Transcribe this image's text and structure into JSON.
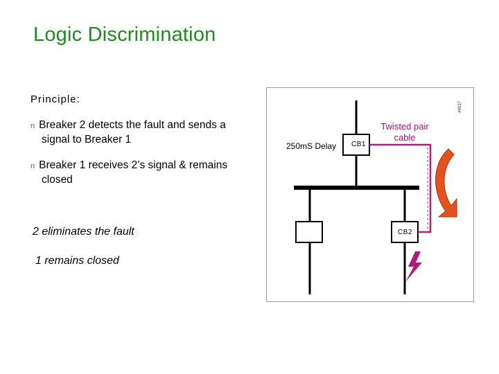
{
  "page": {
    "title": "Logic Discrimination",
    "principle_label": "Principle:",
    "bullets": [
      {
        "marker": "n",
        "line1": "Breaker 2 detects the fault and sends a",
        "line2": "signal to Breaker 1"
      },
      {
        "marker": "n",
        "line1": "Breaker 1 receives 2’s signal & remains",
        "line2": "closed"
      }
    ],
    "statements": [
      "2 eliminates the fault",
      "1 remains closed"
    ]
  },
  "diagram": {
    "delay_label": "250mS Delay",
    "cb1_label": "CB1",
    "cb2_label": "CB2",
    "cable_label_line1": "Twisted pair",
    "cable_label_line2": "cable",
    "reference_text": "44637",
    "colors": {
      "cable": "#b01a78",
      "arrow": "#e8511c",
      "fault": "#b01a78",
      "title": "#1f8a1f"
    }
  }
}
